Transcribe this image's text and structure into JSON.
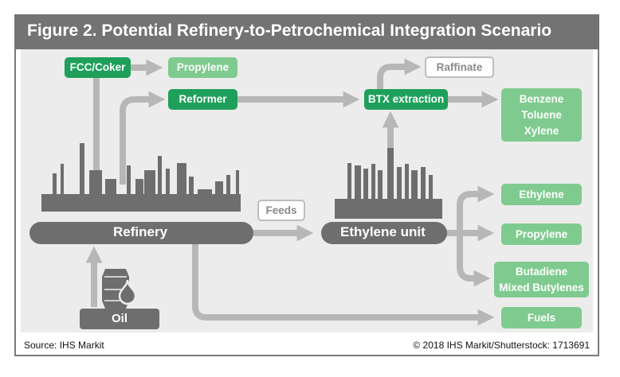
{
  "title": "Figure 2. Potential Refinery-to-Petrochemical Integration Scenario",
  "nodes": {
    "fcc_coker": "FCC/Coker",
    "propylene_top": "Propylene",
    "reformer": "Reformer",
    "btx_extraction": "BTX extraction",
    "raffinate": "Raffinate",
    "aromatics": [
      "Benzene",
      "Toluene",
      "Xylene"
    ],
    "refinery": "Refinery",
    "feeds": "Feeds",
    "ethylene_unit": "Ethylene unit",
    "ethylene": "Ethylene",
    "propylene_right": "Propylene",
    "c4": [
      "Butadiene",
      "Mixed Butylenes"
    ],
    "oil": "Oil",
    "fuels": "Fuels"
  },
  "footer": {
    "source": "Source: IHS Markit",
    "credit": "© 2018 IHS Markit/Shutterstock: 1713691"
  },
  "colors": {
    "title_bar": "#737373",
    "panel": "#ececec",
    "arrow": "#b7b7b7",
    "dark_green": "#1ea05a",
    "light_green": "#7fcb8f",
    "plant_gray": "#6e6e6e"
  }
}
